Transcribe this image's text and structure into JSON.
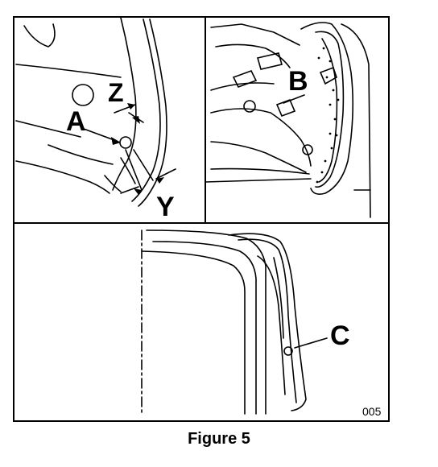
{
  "caption": "Figure 5",
  "labels": {
    "a": "A",
    "b": "B",
    "c": "C",
    "y": "Y",
    "z": "Z"
  },
  "panel_code": "005"
}
